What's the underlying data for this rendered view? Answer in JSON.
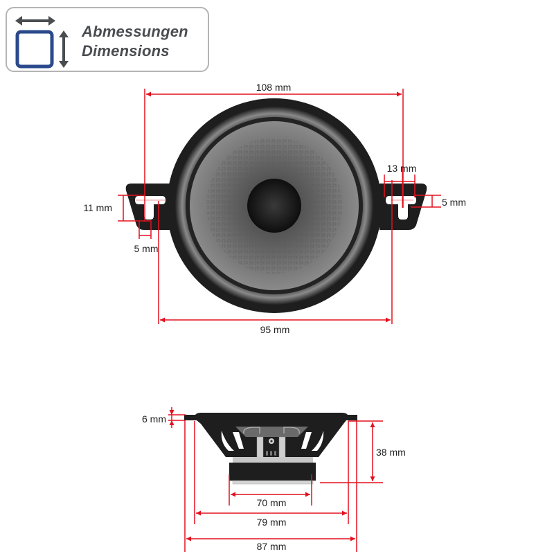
{
  "header": {
    "title_de": "Abmessungen",
    "title_en": "Dimensions",
    "icon": "dimensions-icon"
  },
  "top_view": {
    "overall_width": "108 mm",
    "cutout_diameter": "95 mm",
    "slot_spacing": "13 mm",
    "slot_height": "5 mm",
    "mount_tab_height": "11 mm",
    "slot_width": "5 mm"
  },
  "side_view": {
    "flange_thickness": "6 mm",
    "mounting_depth": "38 mm",
    "magnet_diameter": "70 mm",
    "basket_diameter": "79 mm",
    "frame_diameter": "87 mm"
  },
  "colors": {
    "dimension_line": "#e3101e",
    "speaker_body": "#1e1e1e",
    "cone": "#6e6e6e",
    "badge_border": "#b4b4b4",
    "badge_text": "#4a4d50",
    "badge_icon_square": "#2b4a8c"
  }
}
